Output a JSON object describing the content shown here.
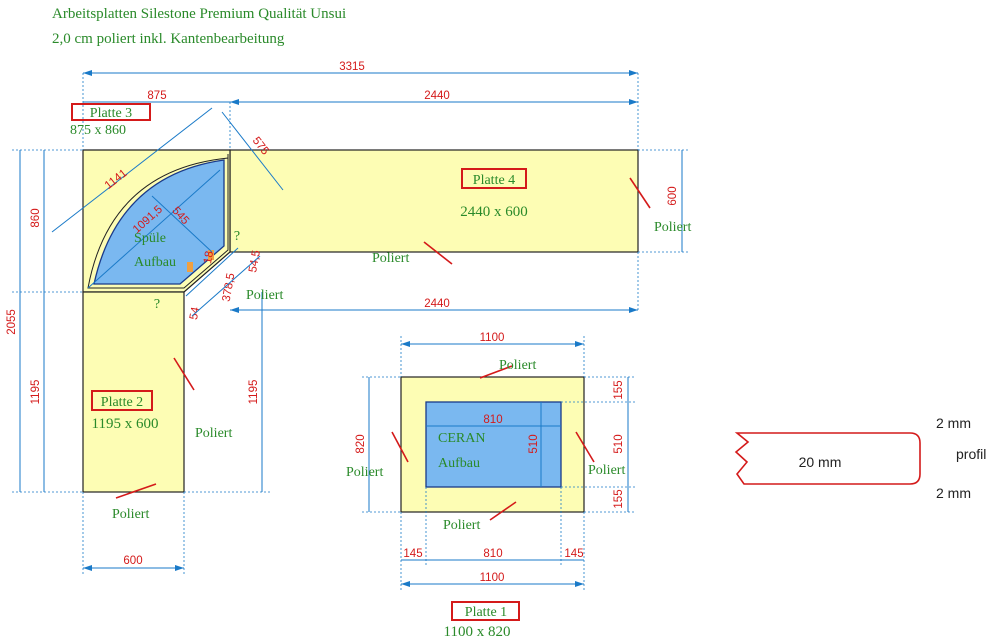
{
  "header": {
    "line1": "Arbeitsplatten Silestone Premium Qualität Unsui",
    "line2": "2,0 cm poliert inkl. Kantenbearbeitung"
  },
  "dims": {
    "total_width": "3315",
    "p3_width": "875",
    "p4_width_top": "2440",
    "p4_width_bottom": "2440",
    "diag_1141": "1141",
    "diag_575": "575",
    "diag_1091_5": "1091,5",
    "diag_545": "545",
    "small_18": "18",
    "small_54_5": "54,5",
    "small_378_5": "378,5",
    "small_54": "54",
    "p4_height": "600",
    "left_860": "860",
    "left_2055": "2055",
    "left_1195": "1195",
    "right_1195": "1195",
    "p2_width": "600",
    "p1_top": "1100",
    "p1_inner": "810",
    "p1_right_155_top": "155",
    "p1_right_510": "510",
    "p1_right_155_bottom": "155",
    "p1_left_820": "820",
    "p1_inner_510": "510",
    "p1_bottom_145_left": "145",
    "p1_bottom_810": "810",
    "p1_bottom_145_right": "145",
    "p1_bottom_1100": "1100"
  },
  "labels": {
    "platte3_name": "Platte 3",
    "platte3_size": "875 x 860",
    "platte4_name": "Platte 4",
    "platte4_size": "2440 x 600",
    "platte2_name": "Platte 2",
    "platte2_size": "1195 x 600",
    "platte1_name": "Platte 1",
    "platte1_size": "1100 x 820",
    "spuele": "Spüle",
    "spuele_aufbau": "Aufbau",
    "ceran": "CERAN",
    "ceran_aufbau": "Aufbau",
    "question": "?",
    "poliert": "Poliert"
  },
  "profile": {
    "top": "2 mm",
    "middle": "20 mm",
    "side": "profil",
    "bottom": "2 mm"
  },
  "colors": {
    "slab": "#fdfdb4",
    "cutout": "#7ab8f0",
    "dimension_line": "#1a7ac8",
    "dimension_text": "#d41a1a",
    "label_text": "#2a8a2a"
  }
}
